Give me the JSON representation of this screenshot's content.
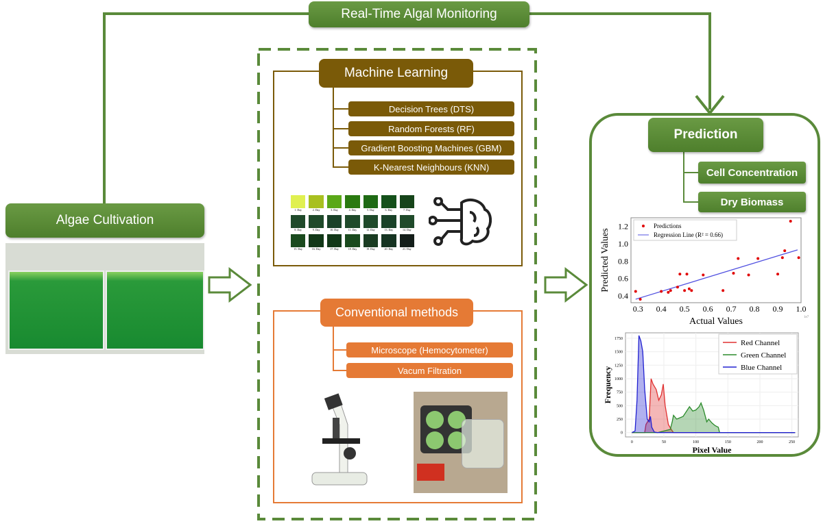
{
  "title": "Real-Time Algal Monitoring",
  "cultivation": {
    "label": "Algae Cultivation"
  },
  "ml": {
    "title": "Machine Learning",
    "items": [
      "Decision Trees (DTS)",
      "Random Forests (RF)",
      "Gradient Boosting Machines (GBM)",
      "K-Nearest Neighbours (KNN)"
    ],
    "days": [
      "1. Day",
      "2. Day",
      "3. Day",
      "4. Day",
      "5. Day",
      "6. Day",
      "7. Day",
      "8. Day",
      "9. Day",
      "10. Day",
      "11. Day",
      "12. Day",
      "13. Day",
      "14. Day",
      "15. Day",
      "16. Day",
      "17. Day",
      "18. Day",
      "19. Day",
      "20. Day",
      "21. Day"
    ],
    "day_colors": [
      "#e0f050",
      "#a8c020",
      "#5aa818",
      "#2a7a10",
      "#1e6a14",
      "#14501a",
      "#16441a",
      "#1f4a2a",
      "#1f4a2a",
      "#1a4228",
      "#1f4a2a",
      "#1f4a2a",
      "#1a4228",
      "#1f4a2a",
      "#1a4a1e",
      "#123818",
      "#123818",
      "#1a4a1e",
      "#1a3c22",
      "#163422",
      "#141e1a"
    ]
  },
  "conventional": {
    "title": "Conventional methods",
    "items": [
      "Microscope (Hemocytometer)",
      "Vacum Filtration"
    ]
  },
  "prediction": {
    "title": "Prediction",
    "items": [
      "Cell Concentration",
      "Dry Biomass"
    ]
  },
  "colors": {
    "green": "#5a8a3a",
    "brown": "#7a5a08",
    "orange": "#e57a35"
  },
  "chart_data": [
    {
      "type": "scatter",
      "xlabel": "Actual Values",
      "ylabel": "Predicted Values",
      "xlim": [
        0.27,
        1.0
      ],
      "ylim": [
        0.32,
        1.3
      ],
      "xticks": [
        "0.3",
        "0.4",
        "0.5",
        "0.6",
        "0.7",
        "0.8",
        "0.9",
        "1.0"
      ],
      "yticks": [
        "0.4",
        "0.6",
        "0.8",
        "1.0",
        "1.2"
      ],
      "x_scale_note": "1e7",
      "legend": [
        "Predictions",
        "Regression Line (R² = 0.66)"
      ],
      "points": [
        [
          0.29,
          0.45
        ],
        [
          0.31,
          0.36
        ],
        [
          0.4,
          0.45
        ],
        [
          0.43,
          0.44
        ],
        [
          0.44,
          0.46
        ],
        [
          0.47,
          0.5
        ],
        [
          0.48,
          0.65
        ],
        [
          0.5,
          0.46
        ],
        [
          0.51,
          0.65
        ],
        [
          0.52,
          0.48
        ],
        [
          0.53,
          0.46
        ],
        [
          0.58,
          0.64
        ],
        [
          0.665,
          0.46
        ],
        [
          0.71,
          0.66
        ],
        [
          0.73,
          0.83
        ],
        [
          0.775,
          0.64
        ],
        [
          0.815,
          0.83
        ],
        [
          0.9,
          0.65
        ],
        [
          0.92,
          0.84
        ],
        [
          0.93,
          0.92
        ],
        [
          0.955,
          1.26
        ],
        [
          0.99,
          0.84
        ]
      ],
      "regression": [
        [
          0.29,
          0.36
        ],
        [
          0.985,
          0.93
        ]
      ]
    },
    {
      "type": "area",
      "xlabel": "Pixel Value",
      "ylabel": "Frequency",
      "xlim": [
        -10,
        260
      ],
      "ylim": [
        -80,
        1850
      ],
      "xticks": [
        "0",
        "50",
        "100",
        "150",
        "200",
        "250"
      ],
      "yticks": [
        "0",
        "250",
        "500",
        "750",
        "1000",
        "1250",
        "1500",
        "1750"
      ],
      "series": [
        {
          "name": "Red Channel",
          "color": "#e03030",
          "points": [
            [
              0,
              0
            ],
            [
              20,
              0
            ],
            [
              22,
              150
            ],
            [
              27,
              250
            ],
            [
              30,
              1000
            ],
            [
              33,
              900
            ],
            [
              38,
              800
            ],
            [
              42,
              600
            ],
            [
              46,
              700
            ],
            [
              49,
              900
            ],
            [
              52,
              500
            ],
            [
              57,
              150
            ],
            [
              62,
              50
            ],
            [
              65,
              0
            ],
            [
              255,
              0
            ]
          ]
        },
        {
          "name": "Green Channel",
          "color": "#2a8a2a",
          "points": [
            [
              0,
              0
            ],
            [
              40,
              0
            ],
            [
              50,
              30
            ],
            [
              60,
              60
            ],
            [
              63,
              200
            ],
            [
              65,
              320
            ],
            [
              70,
              250
            ],
            [
              80,
              300
            ],
            [
              90,
              480
            ],
            [
              95,
              400
            ],
            [
              100,
              420
            ],
            [
              105,
              480
            ],
            [
              108,
              550
            ],
            [
              112,
              420
            ],
            [
              117,
              200
            ],
            [
              120,
              250
            ],
            [
              125,
              180
            ],
            [
              130,
              130
            ],
            [
              135,
              100
            ],
            [
              137,
              0
            ],
            [
              255,
              0
            ]
          ]
        },
        {
          "name": "Blue Channel",
          "color": "#2020d0",
          "points": [
            [
              0,
              0
            ],
            [
              5,
              30
            ],
            [
              8,
              600
            ],
            [
              11,
              1800
            ],
            [
              14,
              1700
            ],
            [
              17,
              1500
            ],
            [
              20,
              800
            ],
            [
              24,
              250
            ],
            [
              27,
              200
            ],
            [
              29,
              300
            ],
            [
              31,
              100
            ],
            [
              35,
              10
            ],
            [
              40,
              0
            ],
            [
              255,
              0
            ]
          ]
        }
      ]
    }
  ]
}
